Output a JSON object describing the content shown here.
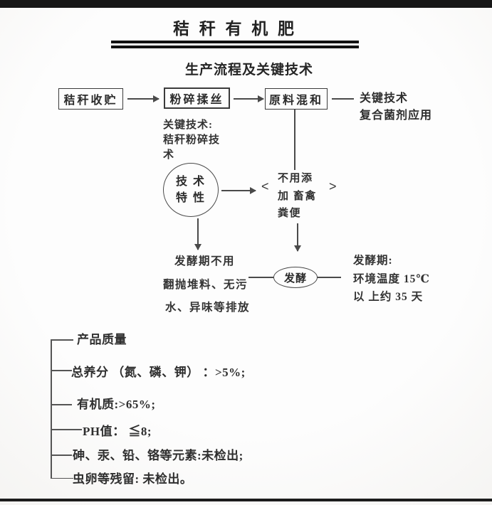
{
  "page": {
    "title": "秸 秆 有 机 肥",
    "subtitle": "生产流程及关键技术"
  },
  "flow": {
    "box_collect": "秸秆收贮",
    "box_crush": "粉碎揉丝",
    "box_mix": "原料混和",
    "mix_note_line1": "关键技术",
    "mix_note_line2": "复合菌剂应用",
    "crush_note_line1": "关键技术:",
    "crush_note_line2": "秸秆粉碎技",
    "crush_note_line3": "术",
    "circle_line1": "技 术",
    "circle_line2": "特 性",
    "chevron_left": "<",
    "chevron_right": ">",
    "no_manure_line1": "不用添",
    "no_manure_line2": "加 畜禽",
    "no_manure_line3": "粪便",
    "left_note_line1": "发酵期不用",
    "left_note_line2": "翻抛堆料、无污",
    "left_note_line3": "水、异味等排放",
    "ellipse_label": "发酵",
    "right_note_line1": "发酵期:",
    "right_note_line2": "环境温度  15℃",
    "right_note_line3": "以 上约  35 天"
  },
  "quality": {
    "items": [
      "产品质量",
      "总养分 （氮、磷、钾） ：>5%;",
      "有机质:>65%;",
      "PH值：  ≦8;",
      "砷、汞、铅、铬等元素:未检出;",
      "虫卵等残留: 未检出。"
    ]
  },
  "colors": {
    "ink": "#2e2e2e",
    "line": "#4a4a4a",
    "bar": "#171717"
  }
}
